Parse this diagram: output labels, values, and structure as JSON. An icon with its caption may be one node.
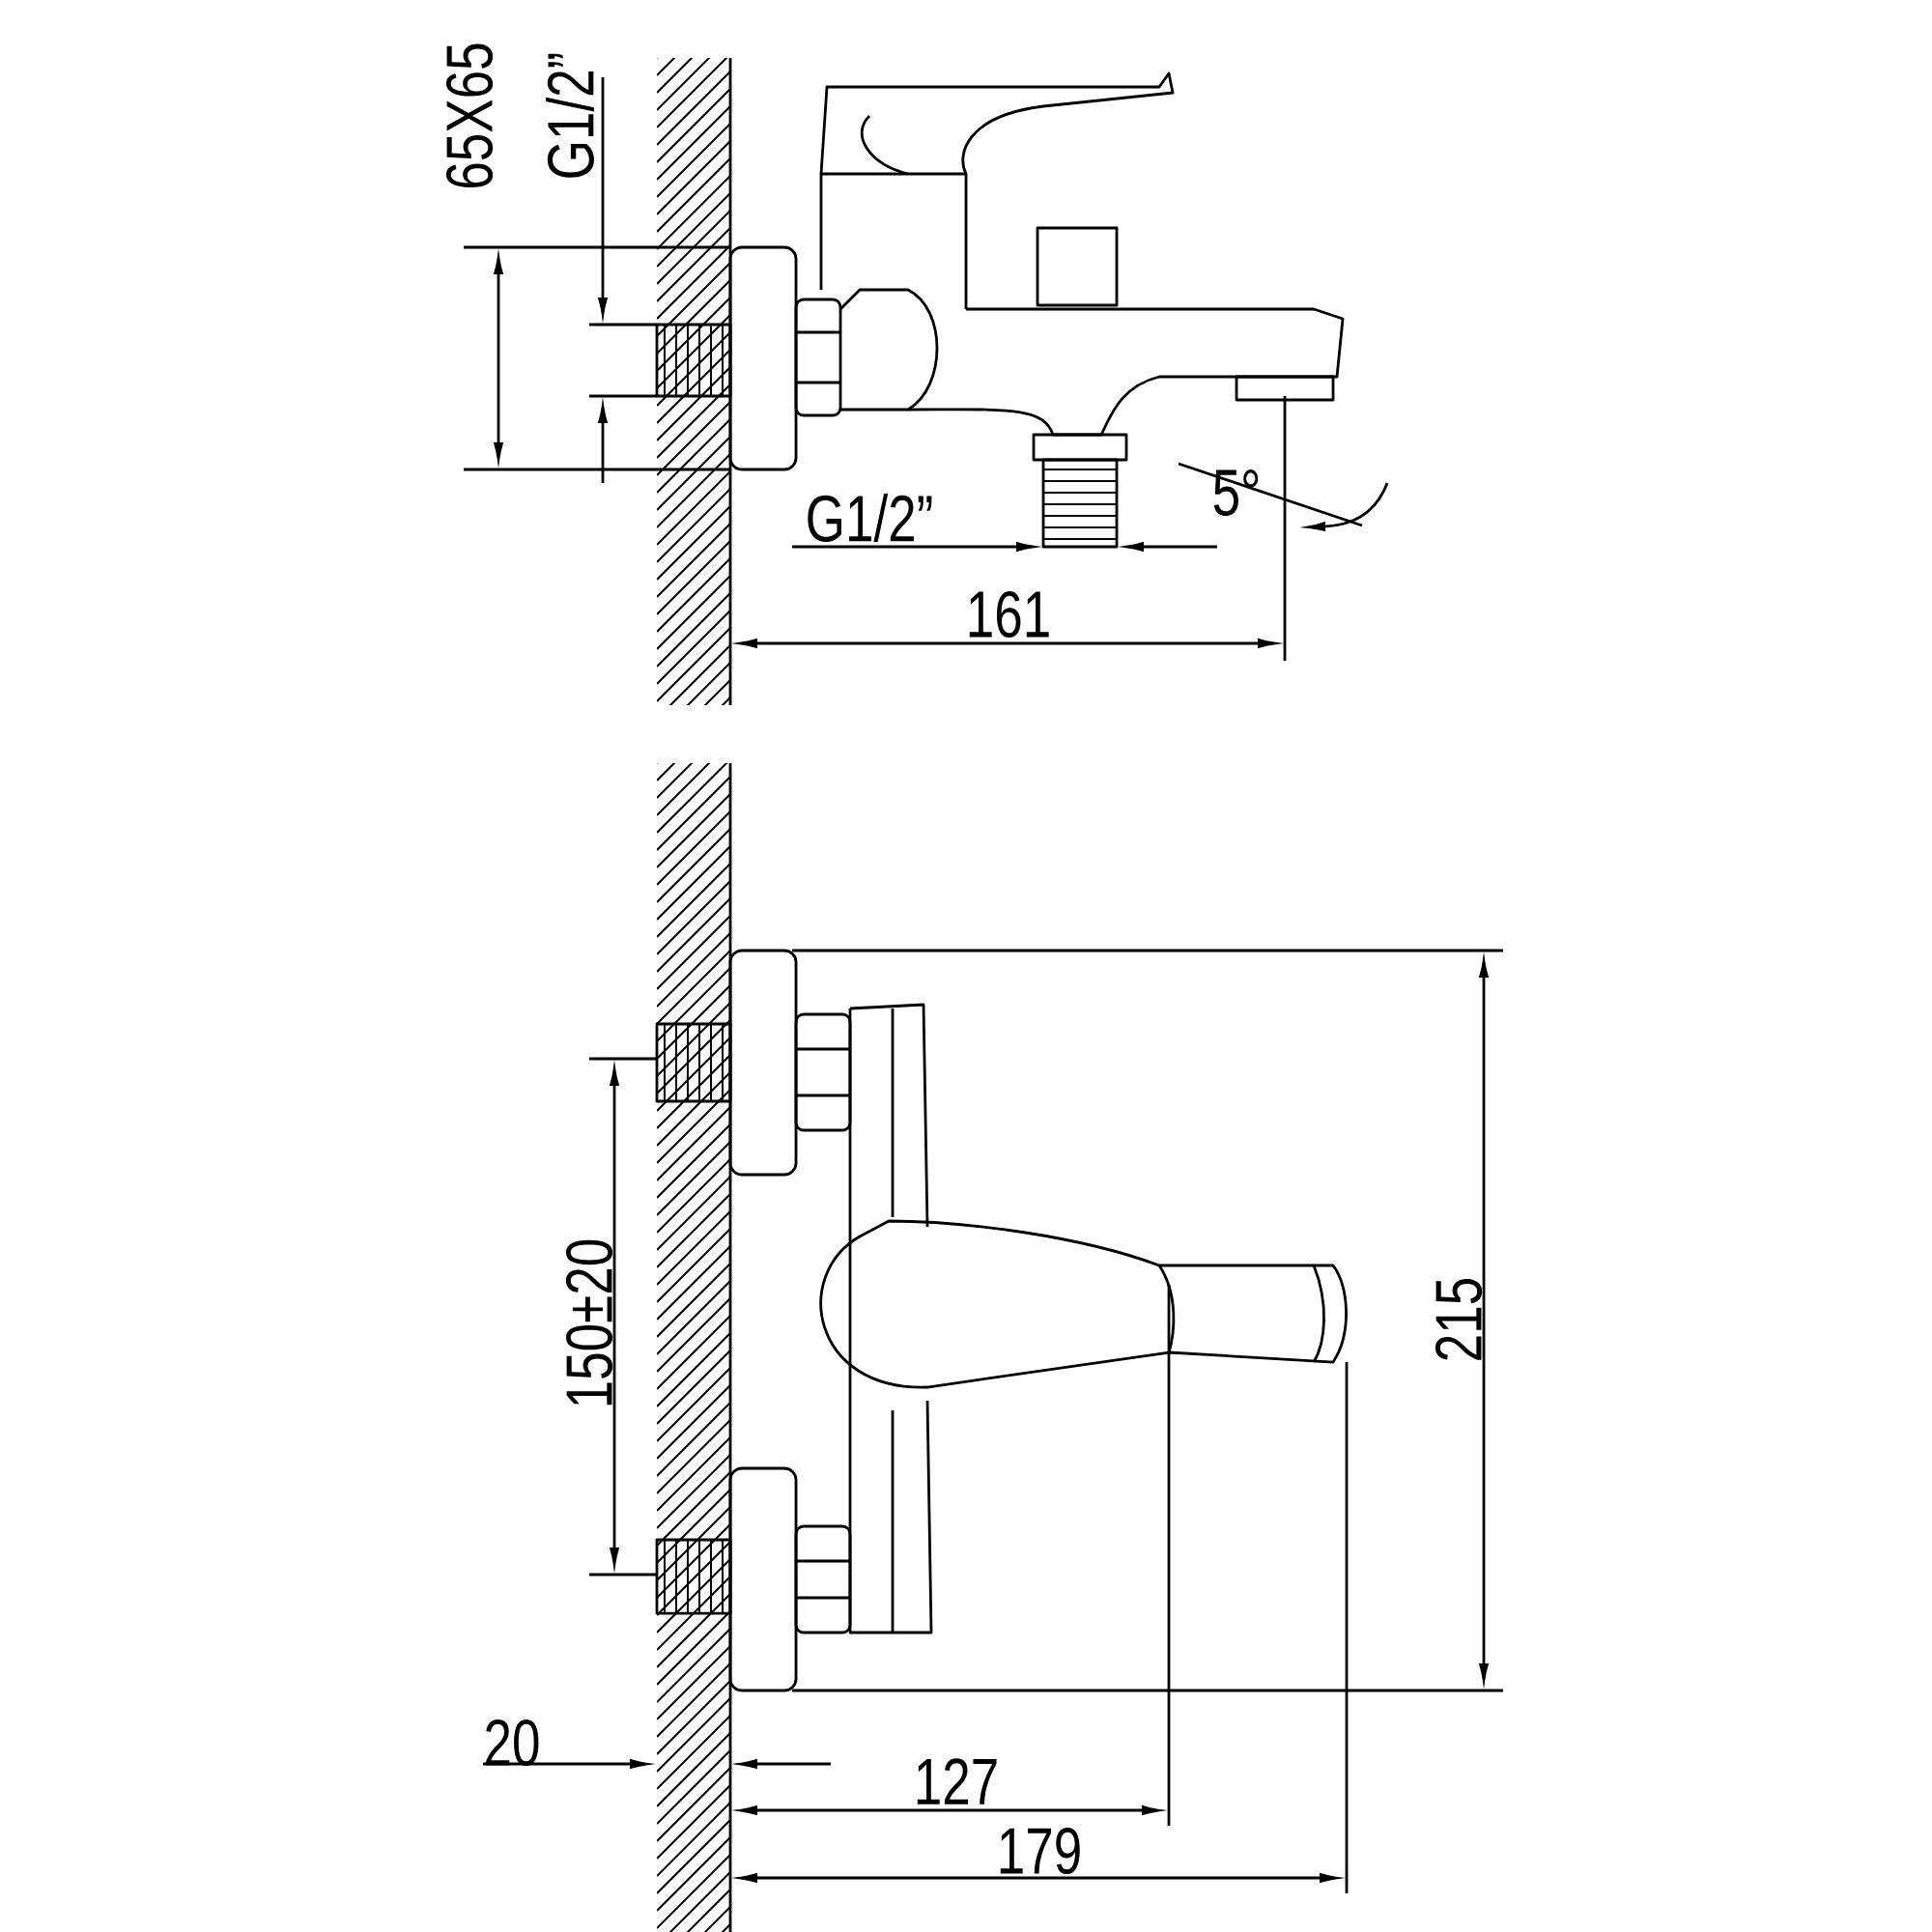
{
  "diagram": {
    "labels": [
      "65X65",
      "G1/2”",
      "G1/2”",
      "5°",
      "161",
      "150±20",
      "215",
      "20",
      "127",
      "179"
    ]
  }
}
